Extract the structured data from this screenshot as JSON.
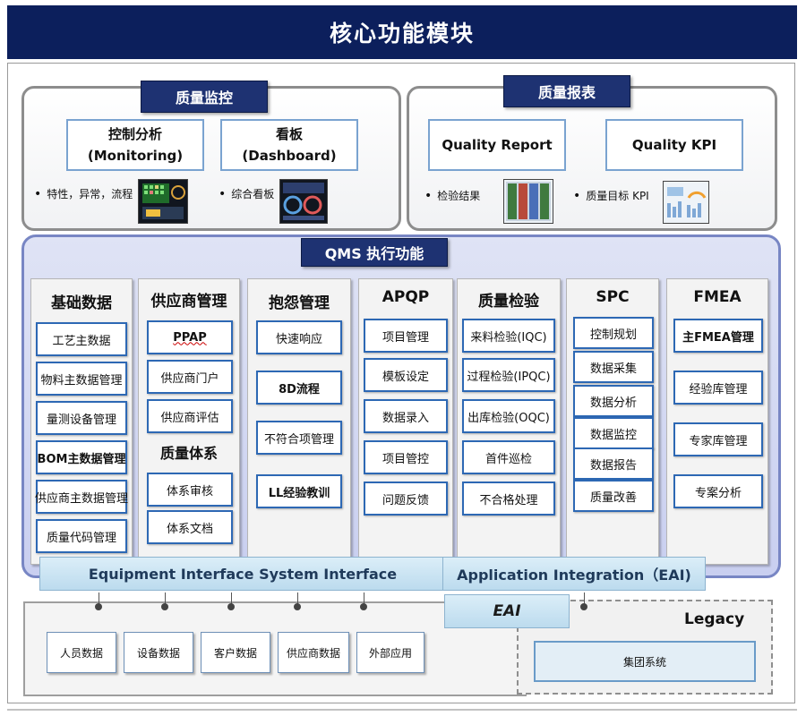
{
  "title": "核心功能模块",
  "monitoring": {
    "tag": "质量监控",
    "box1": {
      "line1": "控制分析",
      "line2": "(Monitoring)"
    },
    "box2": {
      "line1": "看板",
      "line2": "(Dashboard)"
    },
    "note1": "特性，异常，流程",
    "note2": "综合看板"
  },
  "report": {
    "tag": "质量报表",
    "box1": "Quality Report",
    "box2": "Quality KPI",
    "note1": "检验结果",
    "note2": "质量目标 KPI"
  },
  "qms": {
    "tag": "QMS 执行功能",
    "columns": [
      {
        "header": "基础数据",
        "items": [
          "工艺主数据",
          "物料主数据管理",
          "量测设备管理",
          "BOM主数据管理",
          "供应商主数据管理",
          "质量代码管理"
        ]
      },
      {
        "header": "供应商管理",
        "items": [
          "PPAP",
          "供应商门户",
          "供应商评估"
        ],
        "subheader": "质量体系",
        "subitems": [
          "体系审核",
          "体系文档"
        ]
      },
      {
        "header": "抱怨管理",
        "items": [
          "快速响应",
          "8D流程",
          "不符合项管理",
          "LL经验教训"
        ]
      },
      {
        "header": "APQP",
        "items": [
          "项目管理",
          "模板设定",
          "数据录入",
          "项目管控",
          "问题反馈"
        ]
      },
      {
        "header": "质量检验",
        "items": [
          "来料检验(IQC)",
          "过程检验(IPQC)",
          "出库检验(OQC)",
          "首件巡检",
          "不合格处理"
        ]
      },
      {
        "header": "SPC",
        "items": [
          "控制规划",
          "数据采集",
          "数据分析",
          "数据监控",
          "数据报告",
          "质量改善"
        ]
      },
      {
        "header": "FMEA",
        "items": [
          "主FMEA管理",
          "经验库管理",
          "专家库管理",
          "专案分析"
        ]
      }
    ]
  },
  "interfaces": {
    "equipment": "Equipment Interface System Interface",
    "eai": "Application Integration（EAI)",
    "eai_short": "EAI"
  },
  "bottom": {
    "boxes": [
      "人员数据",
      "设备数据",
      "客户数据",
      "供应商数据",
      "外部应用"
    ],
    "legacy_label": "Legacy",
    "legacy_box": "集团系统"
  }
}
